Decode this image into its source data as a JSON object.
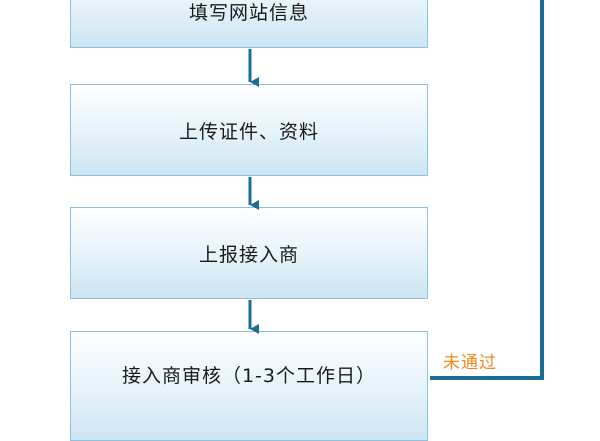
{
  "flow": {
    "steps": [
      {
        "label": "填写网站信息"
      },
      {
        "label": "上传证件、资料"
      },
      {
        "label": "上报接入商"
      },
      {
        "label": "接入商审核（1-3个工作日）"
      }
    ],
    "reject_label": "未通过"
  },
  "colors": {
    "box_border": "#8fc2de",
    "box_gradient_top": "#ffffff",
    "box_gradient_bottom": "#cde5f2",
    "arrow": "#1b6d95",
    "reject_line": "#1b6d95",
    "reject_text": "#f08a1c"
  }
}
